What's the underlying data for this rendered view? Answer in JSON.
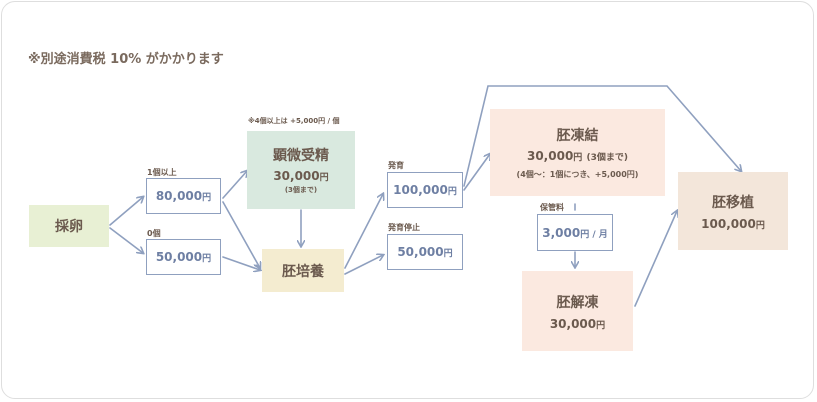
{
  "tax_note": "※別途消費税 10% がかかります",
  "egg_retrieval": {
    "title": "採卵"
  },
  "branch_1plus": {
    "label": "1個以上",
    "value": "80,000",
    "unit": "円"
  },
  "branch_0": {
    "label": "0個",
    "value": "50,000",
    "unit": "円"
  },
  "icsi": {
    "note": "※4個以上は +5,000円 / 個",
    "title": "顕微受精",
    "value": "30,000",
    "unit": "円",
    "sub": "(3個まで)"
  },
  "culture": {
    "title": "胚培養"
  },
  "develop": {
    "label": "発育",
    "value": "100,000",
    "unit": "円"
  },
  "arrest": {
    "label": "発育停止",
    "value": "50,000",
    "unit": "円"
  },
  "freeze": {
    "title": "胚凍結",
    "value": "30,000",
    "unit": "円",
    "sub": "(3個まで)",
    "extra": "(4個〜：1個につき、+5,000円)"
  },
  "storage": {
    "label": "保管料",
    "value": "3,000",
    "unit": "円 / 月"
  },
  "thaw": {
    "title": "胚解凍",
    "value": "30,000",
    "unit": "円"
  },
  "transfer": {
    "title": "胚移植",
    "value": "100,000",
    "unit": "円"
  },
  "colors": {
    "arrow": "#8fa0bf",
    "green": "#e8f0d4",
    "mint": "#d9e9df",
    "cream": "#f4ecd0",
    "pink": "#fbe9e0",
    "beige": "#f3e6da"
  }
}
